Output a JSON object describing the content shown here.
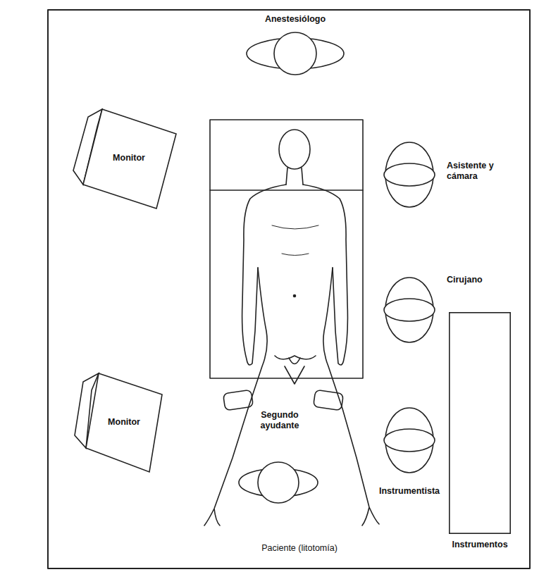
{
  "diagram": {
    "nodes": [
      {
        "text": [
          "Anestesiólogo"
        ]
      },
      {
        "text": [
          "Monitor"
        ]
      },
      {
        "text": [
          "Asistente y cámara"
        ]
      },
      {
        "text": [
          "Cirujano"
        ]
      },
      {
        "text": [
          "Monitor"
        ]
      },
      {
        "text": [
          "Segundo ayudante"
        ]
      },
      {
        "text": [
          "Instrumentista"
        ]
      },
      {
        "text": [
          "Instrumentos"
        ]
      }
    ],
    "labels": [
      "Paciente (litotomía)"
    ]
  }
}
